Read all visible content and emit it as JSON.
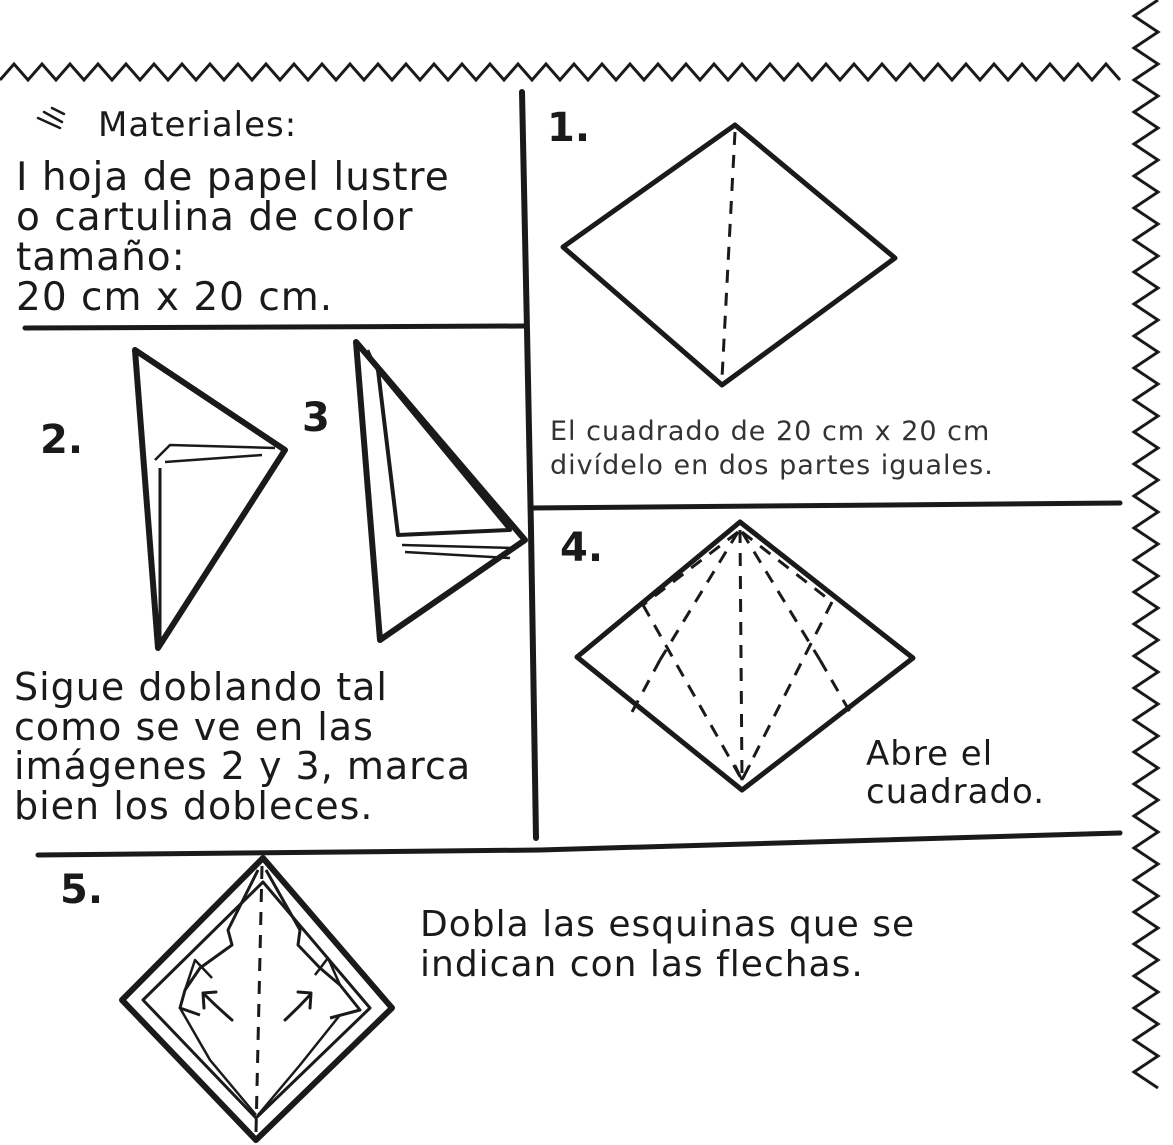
{
  "materials": {
    "icon": "scissors-icon",
    "title": "Materiales:",
    "lines": [
      "I hoja de papel lustre",
      "o cartulina de color",
      "tamaño:",
      "20 cm x 20 cm."
    ]
  },
  "step1": {
    "number": "1.",
    "caption_lines": [
      "El cuadrado de 20 cm x 20 cm",
      "divídelo en dos partes iguales."
    ]
  },
  "step2": {
    "number": "2."
  },
  "step3": {
    "number": "3"
  },
  "steps23_caption_lines": [
    "Sigue doblando tal",
    "como se ve en las",
    "imágenes 2 y 3, marca",
    "bien los dobleces."
  ],
  "step4": {
    "number": "4.",
    "caption_lines": [
      "Abre el",
      "cuadrado."
    ]
  },
  "step5": {
    "number": "5.",
    "caption_lines": [
      "Dobla las esquinas que se",
      "indican con las flechas."
    ]
  },
  "colors": {
    "ink": "#1a1a1a",
    "paper": "#ffffff",
    "caption_grey": "#333333"
  }
}
